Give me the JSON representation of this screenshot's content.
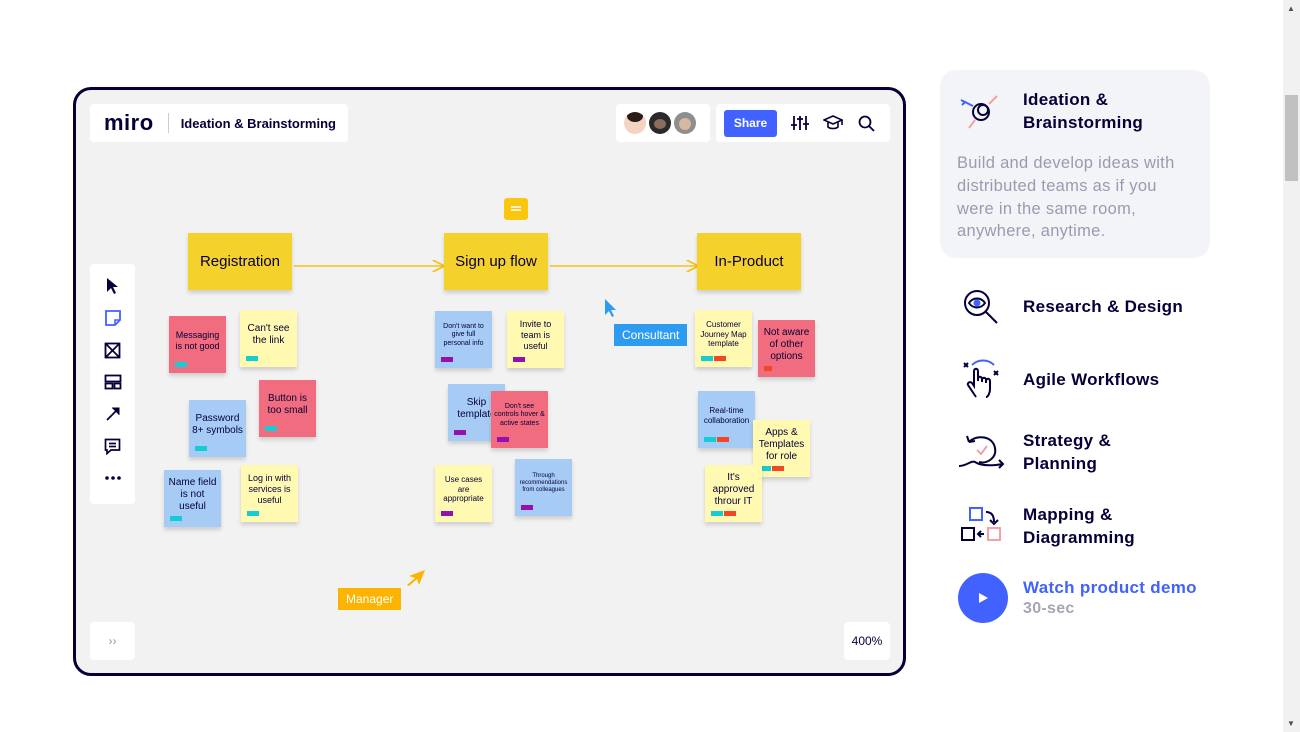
{
  "board": {
    "logo": "miro",
    "title": "Ideation & Brainstorming",
    "share_label": "Share",
    "zoom_level": "400%",
    "expand_label": "››",
    "headers": [
      "Registration",
      "Sign up flow",
      "In-Product"
    ],
    "stickies": {
      "s1": "Messaging is not good",
      "s2": "Can't see the link",
      "s3": "Password 8+ symbols",
      "s4": "Button is too small",
      "s5": "Name field is not useful",
      "s6": "Log in with services is useful",
      "s7": "Don't want to give full personal info",
      "s8": "Invite to team is useful",
      "s9": "Skip template",
      "s10": "Don't see controls hover & active states",
      "s11": "Use cases are appropriate",
      "s12": "Through recommendations from colleagues",
      "s13": "Customer Journey Map template",
      "s14": "Not aware of other options",
      "s15": "Real-time collaboration",
      "s16": "Apps & Templates for role",
      "s17": "It's approved throur IT"
    },
    "cursors": {
      "consultant": "Consultant",
      "manager": "Manager"
    },
    "tag_colors": {
      "teal": "#12cdd4",
      "red": "#f24726",
      "purple": "#9510ac"
    }
  },
  "panel": {
    "active": {
      "title": "Ideation & Brainstorming",
      "description": "Build and develop ideas with distributed teams as if you were in the same room, anywhere, anytime."
    },
    "items": [
      {
        "title": "Research & Design",
        "icon": "magnifier-eye-icon"
      },
      {
        "title": "Agile Workflows",
        "icon": "hand-pointer-icon"
      },
      {
        "title": "Strategy & Planning",
        "icon": "cycle-arrow-icon"
      },
      {
        "title": "Mapping & Diagramming",
        "icon": "diagram-squares-icon"
      }
    ],
    "demo": {
      "title": "Watch product demo",
      "subtitle": "30-sec"
    }
  },
  "colors": {
    "accent": "#4262ff",
    "ink": "#050038",
    "sticky_yellow": "#fff9b1",
    "sticky_pink": "#f16c7f",
    "sticky_blue": "#a6ccf5",
    "header_yellow": "#f5d12b"
  }
}
